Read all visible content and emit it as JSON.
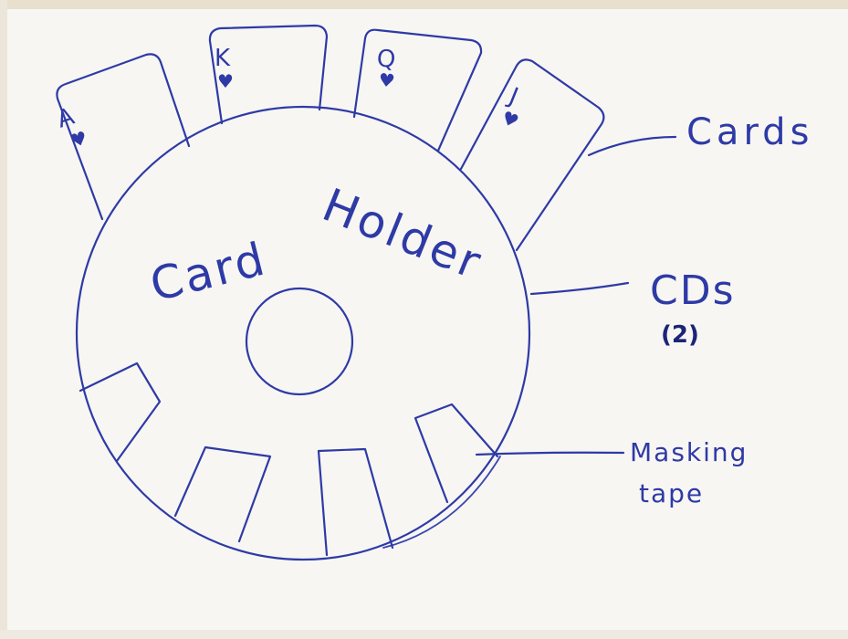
{
  "drawing": {
    "title_line1": "Card",
    "title_line2": "Holder",
    "cards": [
      {
        "rank": "A",
        "suit": "♥"
      },
      {
        "rank": "K",
        "suit": "♥"
      },
      {
        "rank": "Q",
        "suit": "♥"
      },
      {
        "rank": "J",
        "suit": "♥"
      }
    ],
    "labels": {
      "cards": "Cards",
      "cds": "CDs",
      "cds_count": "(2)",
      "tape_line1": "Masking",
      "tape_line2": "tape"
    },
    "colors": {
      "ink": "#2e3aa6",
      "paper": "#f7f6f2"
    }
  }
}
